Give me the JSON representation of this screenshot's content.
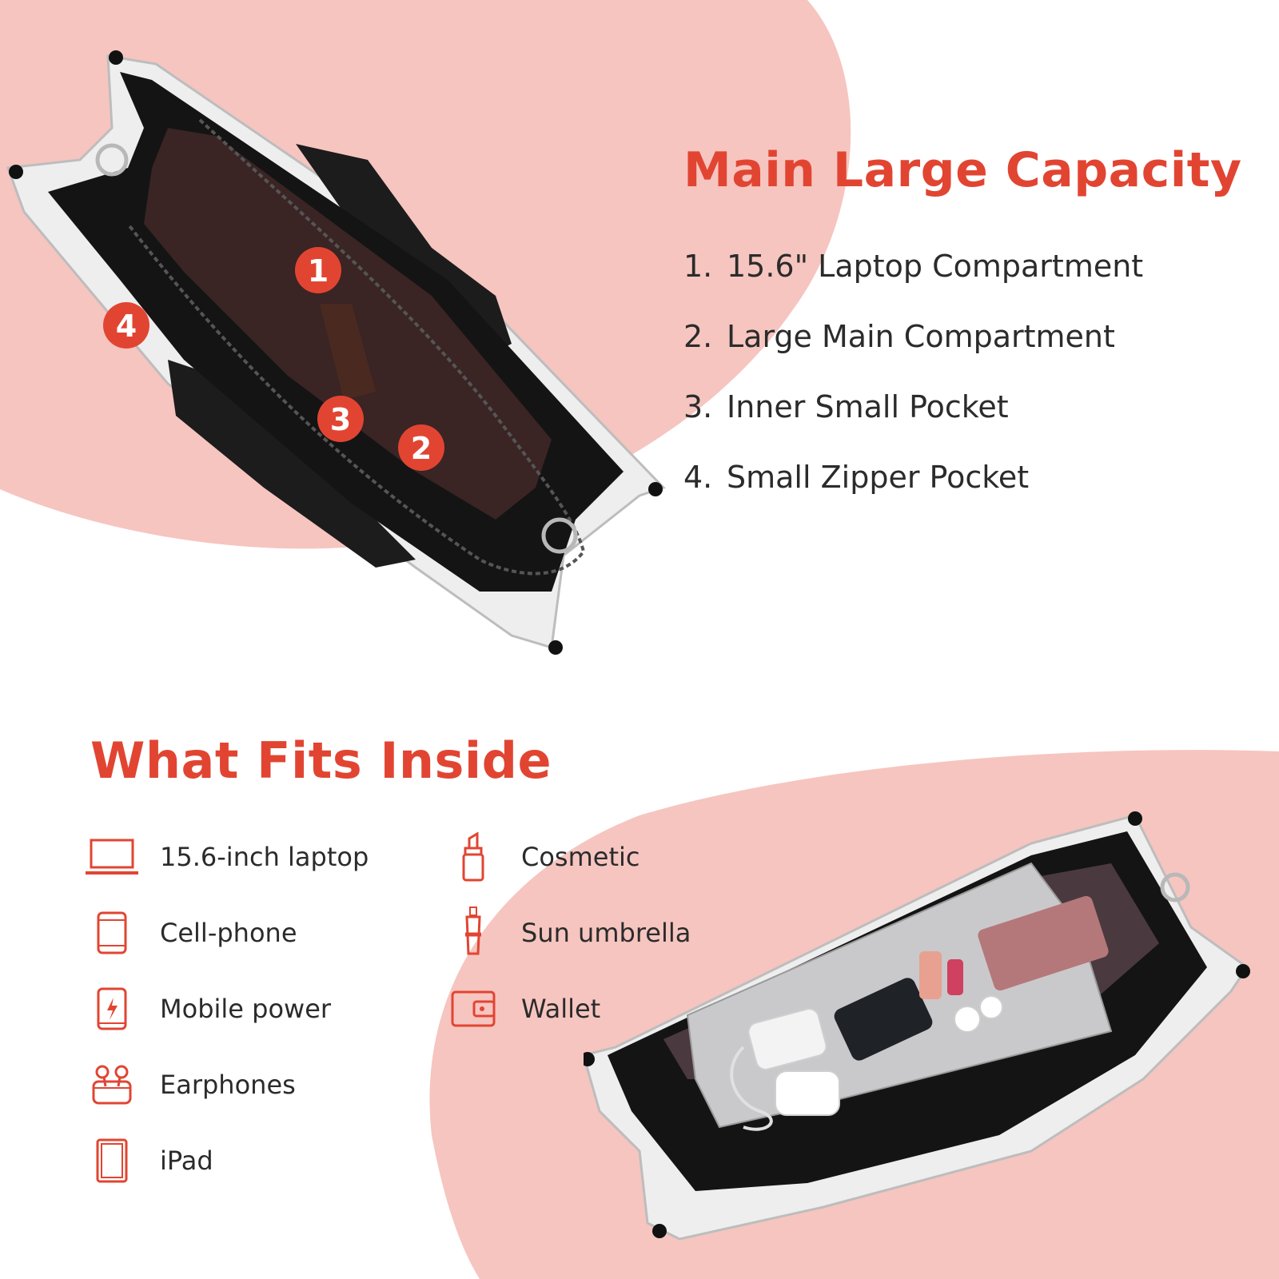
{
  "colors": {
    "accent": "#e14532",
    "blob": "#f6c5c0",
    "text": "#2b2b2b",
    "bag_dark": "#141414",
    "bag_lining": "#3a2424",
    "bag_white": "#eeeeee"
  },
  "main_capacity": {
    "title": "Main Large Capacity",
    "items": [
      {
        "number": "1.",
        "label": "15.6\" Laptop Compartment"
      },
      {
        "number": "2.",
        "label": "Large Main Compartment"
      },
      {
        "number": "3.",
        "label": "Inner Small Pocket"
      },
      {
        "number": "4.",
        "label": "Small Zipper Pocket"
      }
    ]
  },
  "bag_markers": [
    "1",
    "2",
    "3",
    "4"
  ],
  "fits_inside": {
    "title": "What Fits Inside",
    "left_items": [
      {
        "icon": "laptop-icon",
        "label": "15.6-inch laptop"
      },
      {
        "icon": "cell-phone-icon",
        "label": "Cell-phone"
      },
      {
        "icon": "mobile-power-icon",
        "label": "Mobile power"
      },
      {
        "icon": "earphones-icon",
        "label": "Earphones"
      },
      {
        "icon": "ipad-icon",
        "label": "iPad"
      }
    ],
    "right_items": [
      {
        "icon": "lipstick-icon",
        "label": "Cosmetic"
      },
      {
        "icon": "umbrella-icon",
        "label": "Sun umbrella"
      },
      {
        "icon": "wallet-icon",
        "label": "Wallet"
      }
    ]
  }
}
